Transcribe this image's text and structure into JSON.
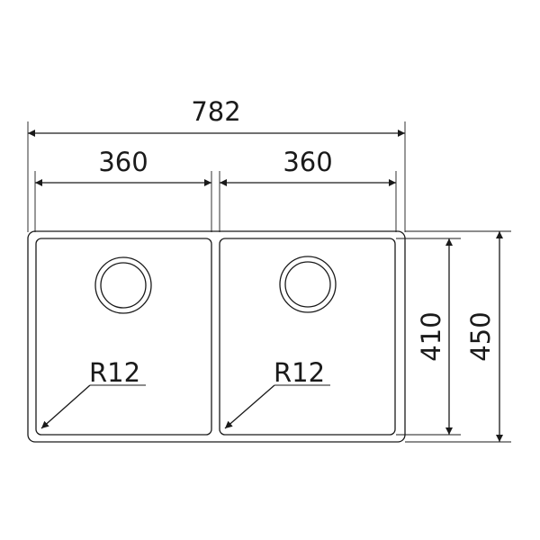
{
  "drawing": {
    "overall_width": "782",
    "left_bowl_width": "360",
    "right_bowl_width": "360",
    "bowl_height": "410",
    "overall_height": "450",
    "left_corner_radius": "R12",
    "right_corner_radius": "R12"
  },
  "colors": {
    "line": "#1a1a1a",
    "background": "#ffffff"
  }
}
